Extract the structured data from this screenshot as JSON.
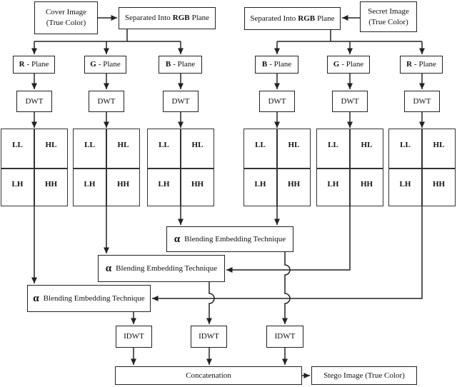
{
  "colors": {
    "line": "#222222",
    "background": "#ffffff"
  },
  "nodes": {
    "cover": {
      "line1": "Cover Image",
      "line2": "(True Color)"
    },
    "secret": {
      "line1": "Secret Image",
      "line2": "(True Color)"
    },
    "separated": {
      "prefix": "Separated Into",
      "bold": "RGB",
      "suffix": "Plane"
    },
    "planes_left": [
      {
        "letter": "R",
        "rest": "- Plane"
      },
      {
        "letter": "G",
        "rest": "- Plane"
      },
      {
        "letter": "B",
        "rest": "- Plane"
      }
    ],
    "planes_right": [
      {
        "letter": "B",
        "rest": "- Plane"
      },
      {
        "letter": "G",
        "rest": "- Plane"
      },
      {
        "letter": "R",
        "rest": "- Plane"
      }
    ],
    "dwt": "DWT",
    "idwt": "IDWT",
    "subbands": {
      "ll": "LL",
      "hl": "HL",
      "lh": "LH",
      "hh": "HH"
    },
    "blending": {
      "alpha": "α",
      "label": "Blending Embedding Technique"
    },
    "concatenation": "Concatenation",
    "stego": "Stego Image (True Color)"
  }
}
